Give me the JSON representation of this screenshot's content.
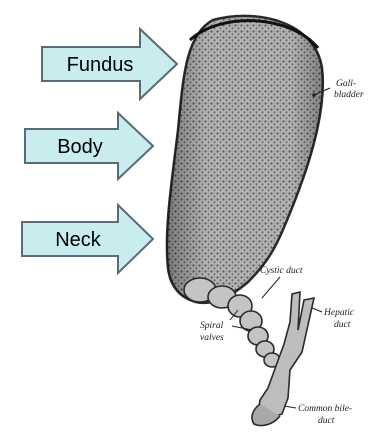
{
  "arrows": [
    {
      "label": "Fundus"
    },
    {
      "label": "Body"
    },
    {
      "label": "Neck"
    }
  ],
  "annotations": {
    "gallbladder": [
      "Gall-",
      "bladder"
    ],
    "cystic_duct": "Cystic duct",
    "spiral_valves": [
      "Spiral",
      "valves"
    ],
    "hepatic_duct": [
      "Hepatic",
      "duct"
    ],
    "common_bile_duct": [
      "Common bile-",
      "duct"
    ]
  },
  "colors": {
    "arrow_fill": "#c9ecef",
    "arrow_stroke": "#5a6a78",
    "organ_fill": "#b5b5b5",
    "organ_outline": "#2a2a2a"
  }
}
